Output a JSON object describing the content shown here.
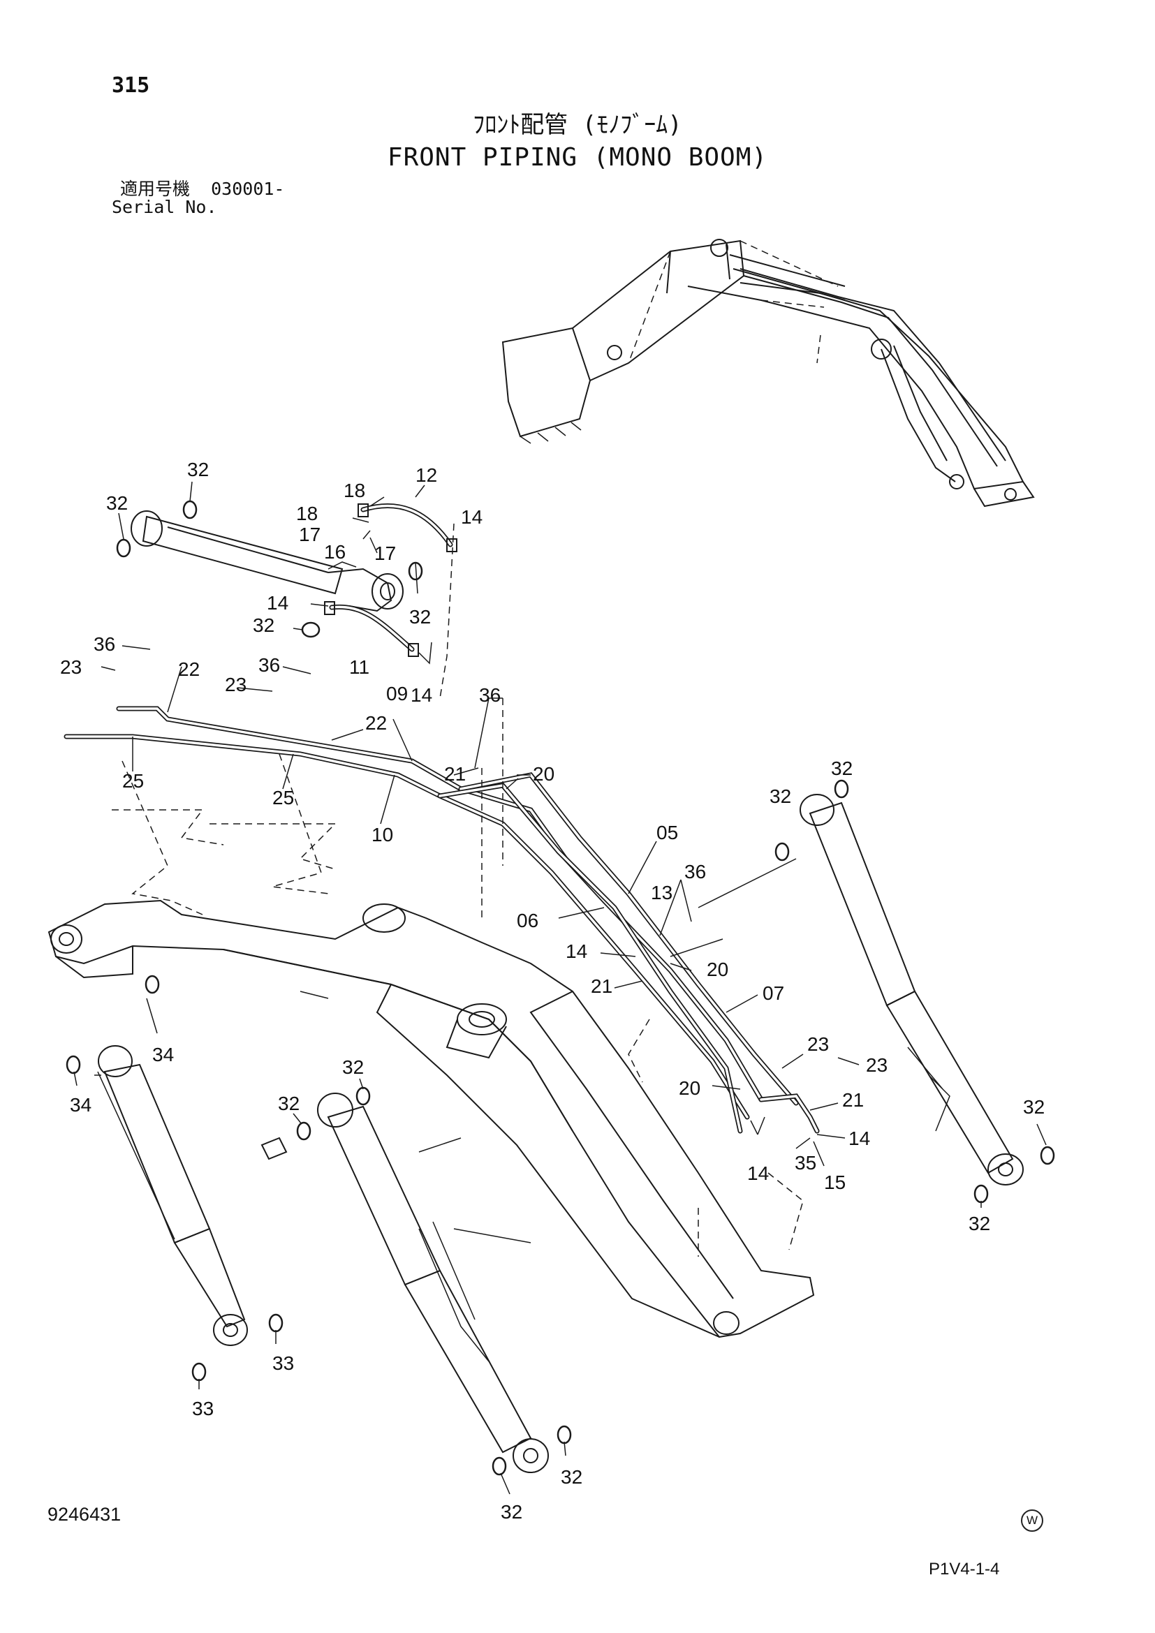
{
  "header": {
    "page_number": "315",
    "title_jp": "ﾌﾛﾝﾄ配管 (ﾓﾉﾌﾞｰﾑ)",
    "title_en": "FRONT PIPING (MONO BOOM)",
    "serial_label_jp": "適用号機",
    "serial_range": "030001-",
    "serial_label_en": "Serial No."
  },
  "footer": {
    "document_number": "9246431",
    "sheet_code": "P1V4-1-4",
    "mark": "W"
  },
  "callouts": [
    "32",
    "32",
    "18",
    "12",
    "18",
    "17",
    "16",
    "17",
    "14",
    "14",
    "32",
    "32",
    "11",
    "14",
    "36",
    "23",
    "22",
    "36",
    "23",
    "09",
    "22",
    "36",
    "25",
    "25",
    "20",
    "21",
    "10",
    "32",
    "32",
    "05",
    "06",
    "13",
    "36",
    "14",
    "20",
    "21",
    "07",
    "34",
    "34",
    "32",
    "32",
    "23",
    "23",
    "20",
    "21",
    "14",
    "14",
    "35",
    "15",
    "32",
    "32",
    "33",
    "33",
    "32",
    "32"
  ]
}
